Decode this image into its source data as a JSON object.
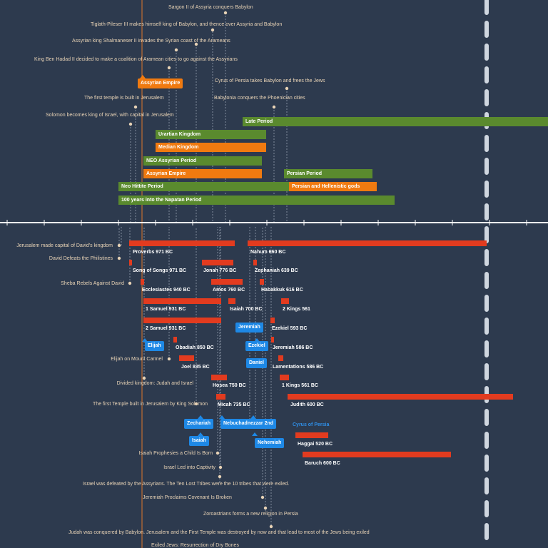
{
  "upper_events": [
    {
      "text": "Sargon II of Assyria conquers Babylon"
    },
    {
      "text": "Tiglath-Pileser III makes himself king of Babylon, and thence over Assyria and Babylon"
    },
    {
      "text": "Assyrian king Shalmaneser II invades the Syrian coast of the Arameans"
    },
    {
      "text": "King Ben Hadad II decided to make a coalition of Aramean cities to go against the Assyrians"
    },
    {
      "text": "Cyrus of Persia takes Babylon and frees the Jews"
    },
    {
      "text": "The first temple is built in Jerusalem"
    },
    {
      "text": "Babylonia conquers the Phoenician cities"
    },
    {
      "text": "Solomon becomes king of Israel, with capital in Jerusalem"
    }
  ],
  "upper_chips": [
    {
      "text": "Assyrian Empire"
    }
  ],
  "periods": [
    {
      "text": "Late Period",
      "color": "#5a8a2e"
    },
    {
      "text": "Urartian Kingdom",
      "color": "#5a8a2e"
    },
    {
      "text": "Median Kingdom",
      "color": "#f07a10"
    },
    {
      "text": "NEO Assyrian Period",
      "color": "#5a8a2e"
    },
    {
      "text": "Assyrian Empire",
      "color": "#f07a10"
    },
    {
      "text": "Persian Period",
      "color": "#5a8a2e"
    },
    {
      "text": "Neo Hittite Period",
      "color": "#5a8a2e"
    },
    {
      "text": "Persian and Hellenistic gods",
      "color": "#f07a10"
    },
    {
      "text": "100 years into the Napatan Period",
      "color": "#5a8a2e"
    }
  ],
  "lower_events": [
    {
      "text": "Jerusalem made capital of David's kingdom"
    },
    {
      "text": "David Defeats the Philistines"
    },
    {
      "text": "Sheba Rebels Against David"
    },
    {
      "text": "Elijah on Mount Carmel"
    },
    {
      "text": "Divided kingdom: Judah and Israel"
    },
    {
      "text": "The first Temple built in Jerusalem by King Solomon"
    },
    {
      "text": "Isaiah Prophesies a Child Is Born"
    },
    {
      "text": "Israel Led into Captivity"
    },
    {
      "text": "Israel was defeated by the Assyrians. The Ten Lost Tribes were the 10 tribes that were exiled."
    },
    {
      "text": "Jeremiah Proclaims Covenant Is Broken"
    },
    {
      "text": "Zoroastrians forms a new religion in Persia"
    },
    {
      "text": "Judah was conquered by Babylon. Jerusalem and the First Temple was destroyed by now and that lead to most of the Jews being exiled"
    },
    {
      "text": "Exiled Jews: Resurrection of Dry Bones"
    }
  ],
  "books": [
    {
      "text": "Proverbs 971 BC"
    },
    {
      "text": "Nahum 660 BC"
    },
    {
      "text": "Song of Songs 971 BC"
    },
    {
      "text": "Jonah 776 BC"
    },
    {
      "text": "Zephaniah 639 BC"
    },
    {
      "text": "Ecclesiastes 940 BC"
    },
    {
      "text": "Amos 760 BC"
    },
    {
      "text": "Habakkuk 616 BC"
    },
    {
      "text": "1 Samuel 931 BC"
    },
    {
      "text": "Isaiah 700 BC"
    },
    {
      "text": "2 Kings 561"
    },
    {
      "text": "2 Samuel 931 BC"
    },
    {
      "text": "Ezekiel 593 BC"
    },
    {
      "text": "Obadiah 850 BC"
    },
    {
      "text": "Jeremiah 586 BC"
    },
    {
      "text": "Joel 835 BC"
    },
    {
      "text": "Lamentations 586 BC"
    },
    {
      "text": "Hosea 750 BC"
    },
    {
      "text": "1 Kings 561 BC"
    },
    {
      "text": "Micah 735 BC"
    },
    {
      "text": "Judith 600 BC"
    },
    {
      "text": "Haggai 520 BC"
    },
    {
      "text": "Baruch 600 BC"
    }
  ],
  "people": [
    {
      "text": "Jeremiah"
    },
    {
      "text": "Elijah"
    },
    {
      "text": "Ezekiel"
    },
    {
      "text": "Daniel"
    },
    {
      "text": "Zechariah"
    },
    {
      "text": "Nebuchadnezzar 2nd"
    },
    {
      "text": "Isaiah"
    },
    {
      "text": "Nehemiah"
    },
    {
      "text": "Cyrus of Persia"
    }
  ],
  "colors": {
    "background": "#2d3a4e",
    "event_text": "#e8d3b6",
    "bar": "#e23b1f",
    "axis": "#ffffff",
    "person_chip": "#1e88e5"
  }
}
